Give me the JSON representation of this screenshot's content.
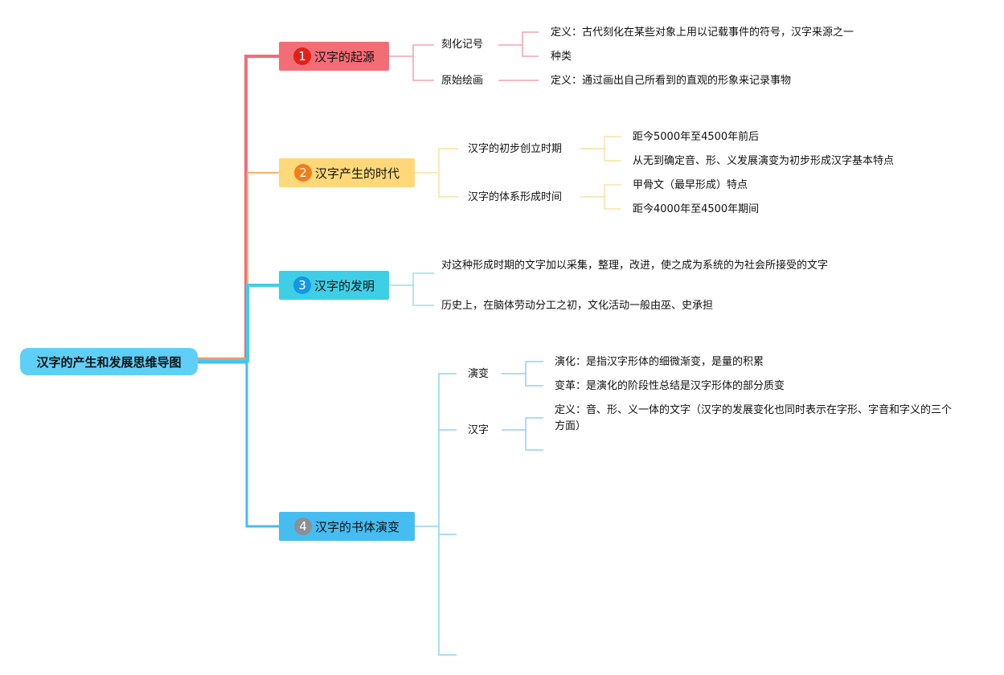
{
  "root": {
    "label": "汉字的产生和发展思维导图"
  },
  "topics": [
    {
      "number": "1",
      "label": "汉字的起源",
      "children": [
        {
          "label": "刻化记号",
          "children": [
            "定义：古代刻化在某些对象上用以记载事件的符号，汉字来源之一",
            "种类"
          ]
        },
        {
          "label": "原始绘画",
          "children": [
            "定义：通过画出自己所看到的直观的形象来记录事物"
          ]
        }
      ]
    },
    {
      "number": "2",
      "label": "汉字产生的时代",
      "children": [
        {
          "label": "汉字的初步创立时期",
          "children": [
            "距今5000年至4500年前后",
            "从无到确定音、形、义发展演变为初步形成汉字基本特点"
          ]
        },
        {
          "label": "汉字的体系形成时间",
          "children": [
            "甲骨文（最早形成）特点",
            "距今4000年至4500年期间"
          ]
        }
      ]
    },
    {
      "number": "3",
      "label": "汉字的发明",
      "children": [
        {
          "label": "对这种形成时期的文字加以采集，整理，改进，使之成为系统的为社会所接受的文字"
        },
        {
          "label": "历史上，在脑体劳动分工之初，文化活动一般由巫、史承担"
        }
      ]
    },
    {
      "number": "4",
      "label": "汉字的书体演变",
      "children": [
        {
          "label": "演变",
          "children": [
            "演化：是指汉字形体的细微渐变，是量的积累",
            "变革：是演化的阶段性总结是汉字形体的部分质变"
          ]
        },
        {
          "label": "汉字",
          "children": [
            "定义：音、形、义一体的文字（汉字的发展变化也同时表示在字形、字音和字义的三个方面）"
          ]
        }
      ]
    }
  ],
  "colors": {
    "topic1": "#f36d77",
    "topic2": "#ffd87a",
    "topic3": "#3ecfe6",
    "topic4": "#46bdf0",
    "root": "#5ed0f7"
  }
}
